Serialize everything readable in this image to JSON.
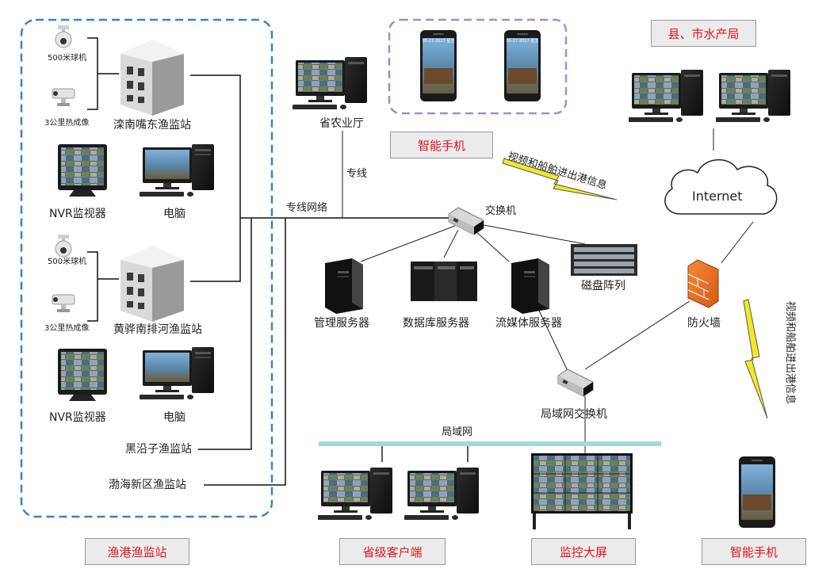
{
  "stations": {
    "station1": "滦南嘴东渔监站",
    "station2": "黄骅南排河渔监站",
    "station3": "黑沿子渔监站",
    "station4": "渤海新区渔监站"
  },
  "cameras": {
    "ptz_1": "500米球机",
    "thermal_1": "3公里热成像",
    "ptz_2": "500米球机",
    "thermal_2": "3公里热成像"
  },
  "local_devices": {
    "nvr_1": "NVR监视器",
    "pc_1": "电脑",
    "nvr_2": "NVR监视器",
    "pc_2": "电脑"
  },
  "network": {
    "dedicated_network": "专线网络",
    "dedicated_line": "专线",
    "provincial_dept": "省农业厅",
    "switch": "交换机",
    "mgmt_server": "管理服务器",
    "db_server": "数据库服务器",
    "media_server": "流媒体服务器",
    "disk_array": "磁盘阵列",
    "firewall": "防火墙",
    "lan_switch": "局域网交换机",
    "lan": "局域网",
    "internet": "Internet"
  },
  "wireless": {
    "top": "视频和船舶进出港信息",
    "right": "视频和船舶进出港信息"
  },
  "phone_screen_text": "05-27-2017 星五",
  "categories": {
    "fishing_port": "渔港渔监站",
    "smartphone_top": "智能手机",
    "county_bureau": "县、市水产局",
    "provincial_client": "省级客户端",
    "monitor_wall": "监控大屏",
    "smartphone_bottom": "智能手机"
  },
  "colors": {
    "station_box": "#3b82c4",
    "phone_box": "#a88cc4",
    "tag_text": "#e0161b",
    "lan_bar": "#a3d9d6",
    "lightning": "#f2e82a"
  }
}
